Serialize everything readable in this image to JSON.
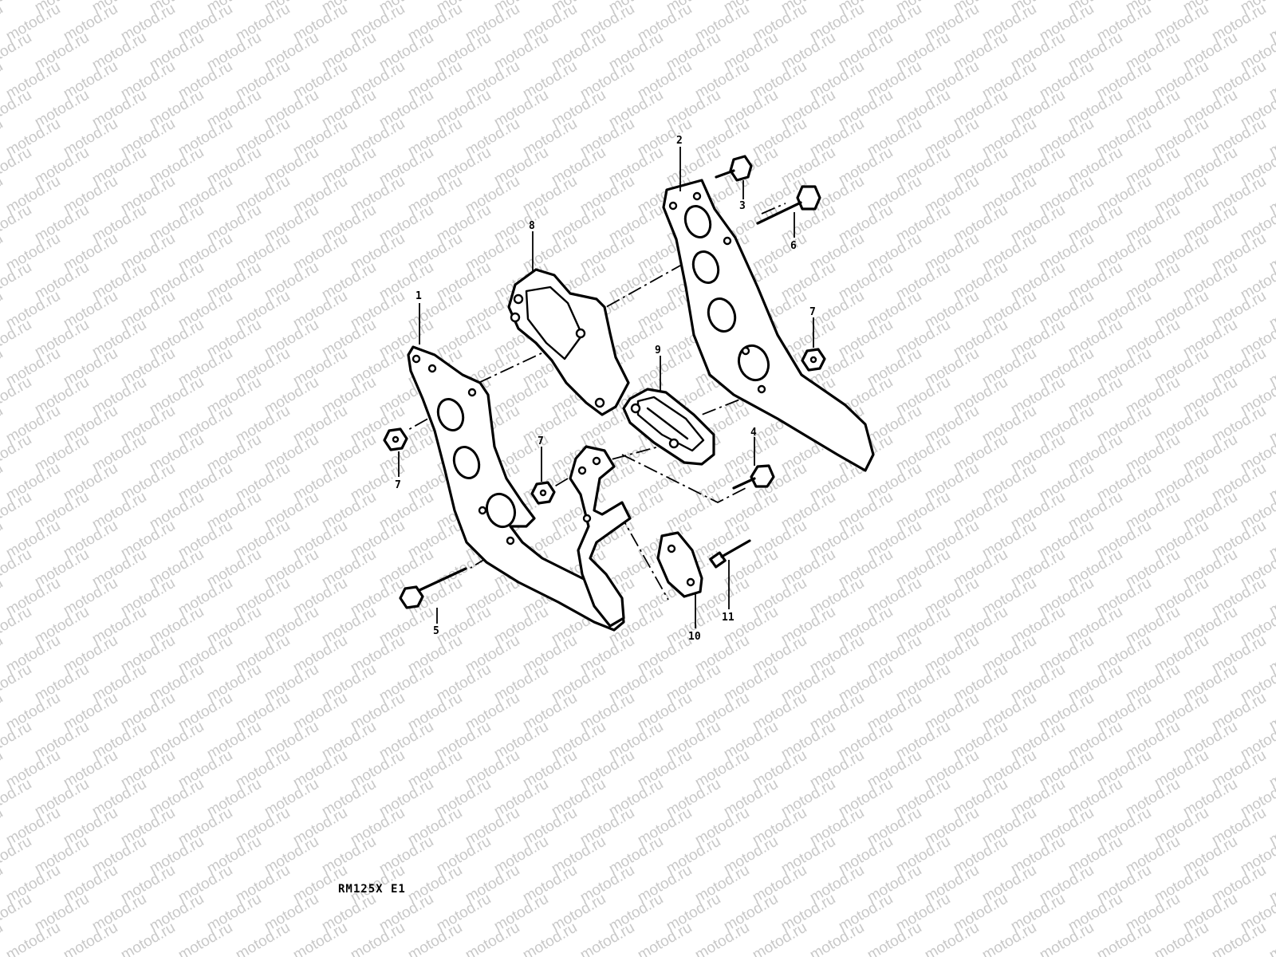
{
  "watermark": {
    "text": "motod.ru",
    "color": "#c8c8c8"
  },
  "diagram": {
    "model_code": "RM125X E1",
    "callouts": [
      "1",
      "2",
      "3",
      "4",
      "5",
      "6",
      "7",
      "7",
      "7",
      "8",
      "9",
      "10",
      "11"
    ],
    "parts": [
      {
        "id": "1",
        "name": "left-plate"
      },
      {
        "id": "2",
        "name": "right-plate"
      },
      {
        "id": "3",
        "name": "upper-bolt"
      },
      {
        "id": "4",
        "name": "lower-bolt"
      },
      {
        "id": "5",
        "name": "long-bolt-left"
      },
      {
        "id": "6",
        "name": "long-bolt-right"
      },
      {
        "id": "7",
        "name": "nut"
      },
      {
        "id": "8",
        "name": "upper-bracket"
      },
      {
        "id": "9",
        "name": "rubber-damper"
      },
      {
        "id": "10",
        "name": "spacer"
      },
      {
        "id": "11",
        "name": "pin"
      }
    ]
  }
}
